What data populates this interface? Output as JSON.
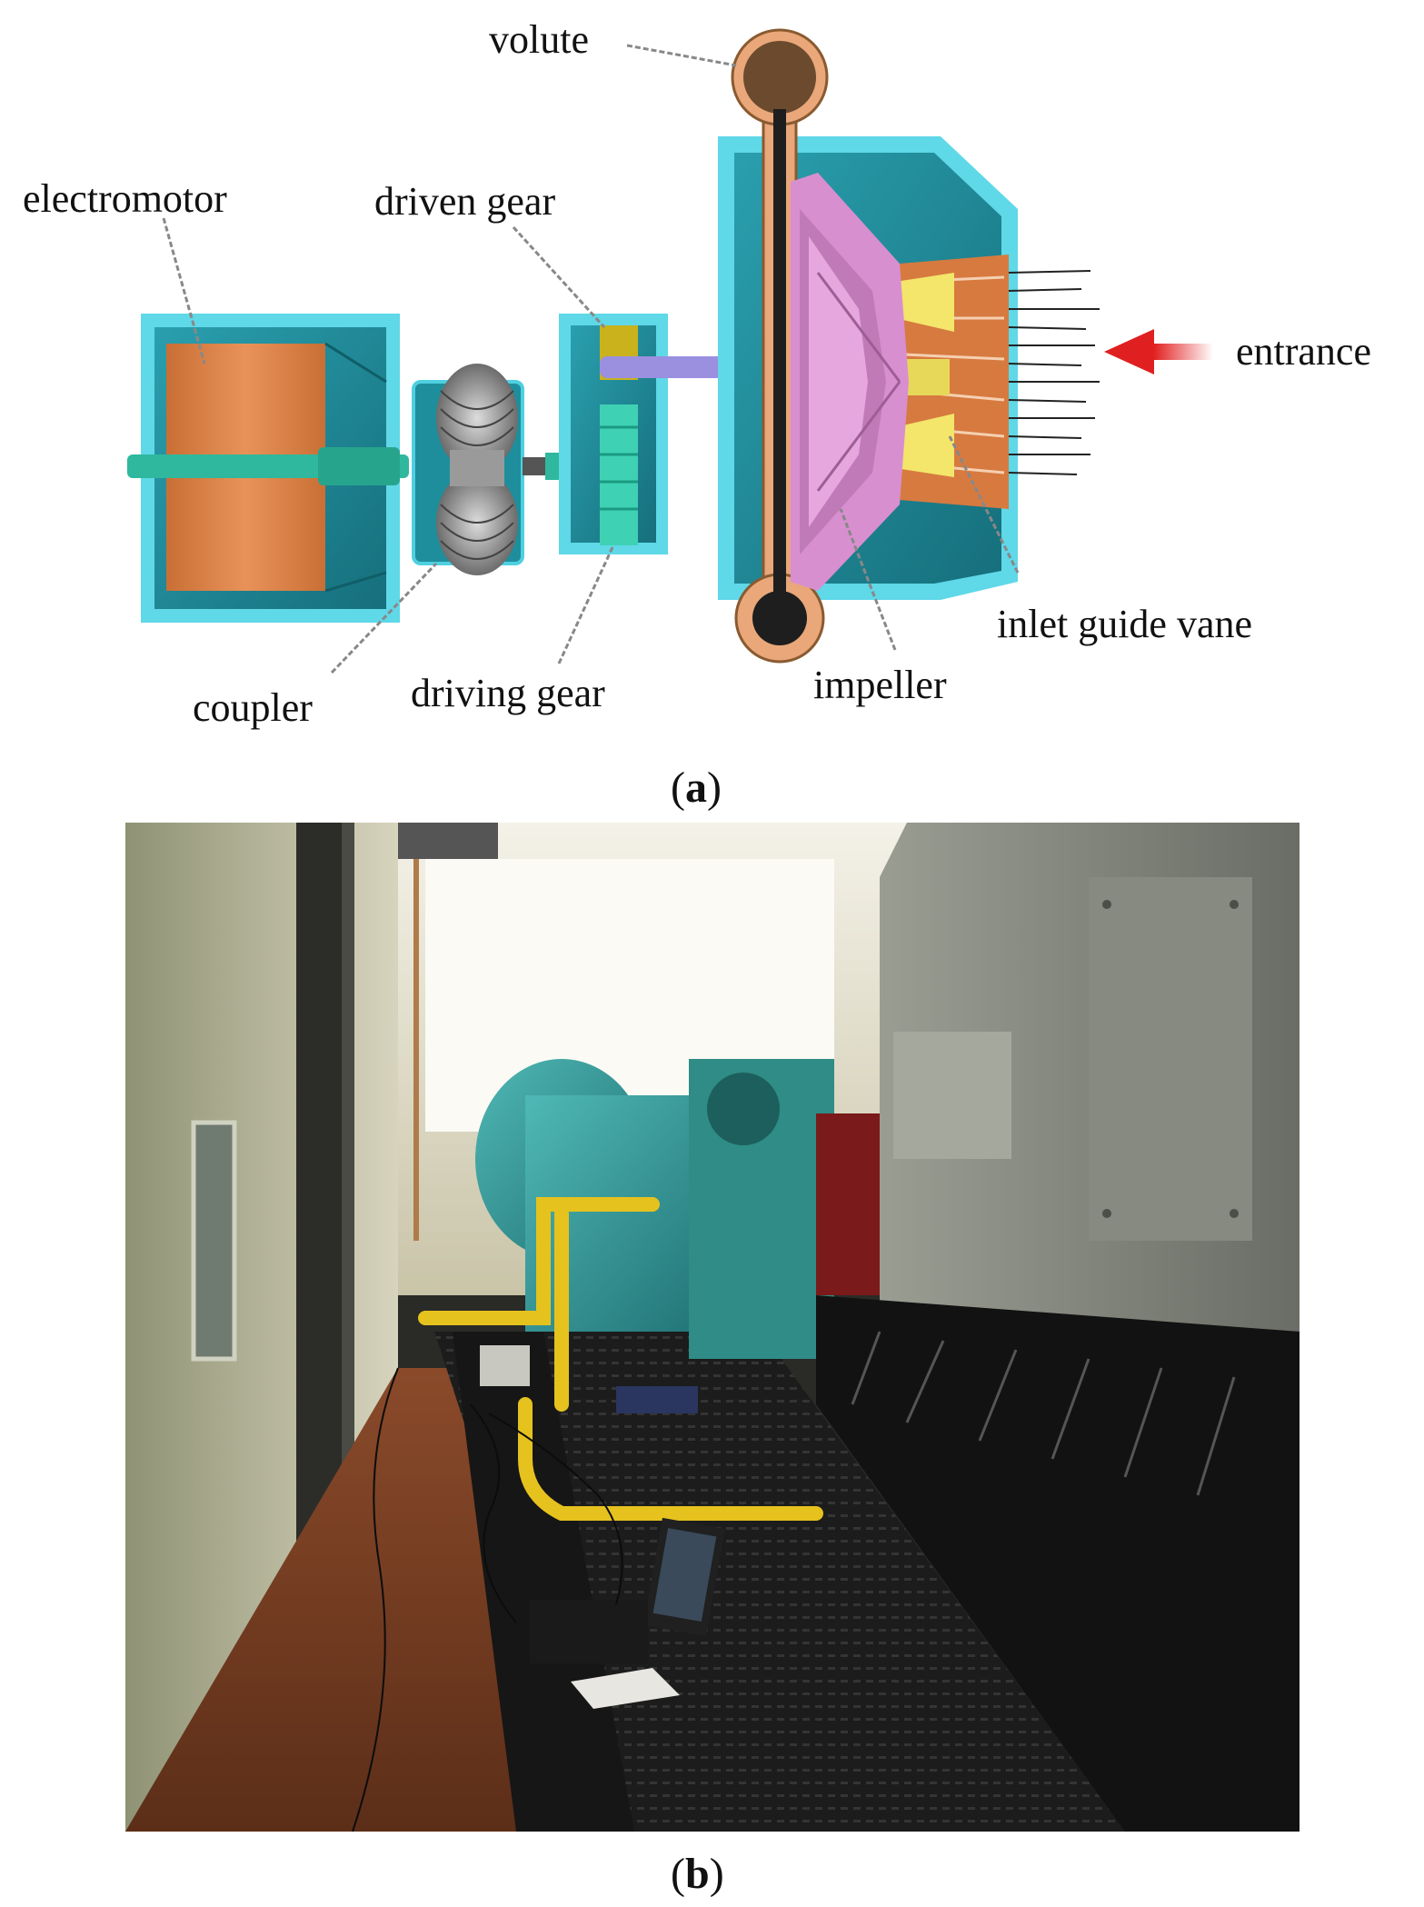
{
  "labels": {
    "volute": "volute",
    "electromotor": "electromotor",
    "driven_gear": "driven gear",
    "entrance": "entrance",
    "coupler": "coupler",
    "driving_gear": "driving gear",
    "impeller": "impeller",
    "inlet_guide_vane": "inlet guide vane"
  },
  "captions": {
    "a_open": "(",
    "a_letter": "a",
    "a_close": ")",
    "b_open": "(",
    "b_letter": "b",
    "b_close": ")"
  },
  "colors": {
    "casing": "#1f8e9c",
    "casing_edge": "#4fd0e0",
    "motor_core": "#e0874c",
    "shaft": "#2eb89c",
    "driven_gear": "#c9b21c",
    "driving_gear": "#3fd1b4",
    "input_shaft": "#9b8fe0",
    "impeller": "#d88fcf",
    "volute": "#e9a77a",
    "guide_vane": "#f3e66a",
    "arrow": "#e02020"
  }
}
